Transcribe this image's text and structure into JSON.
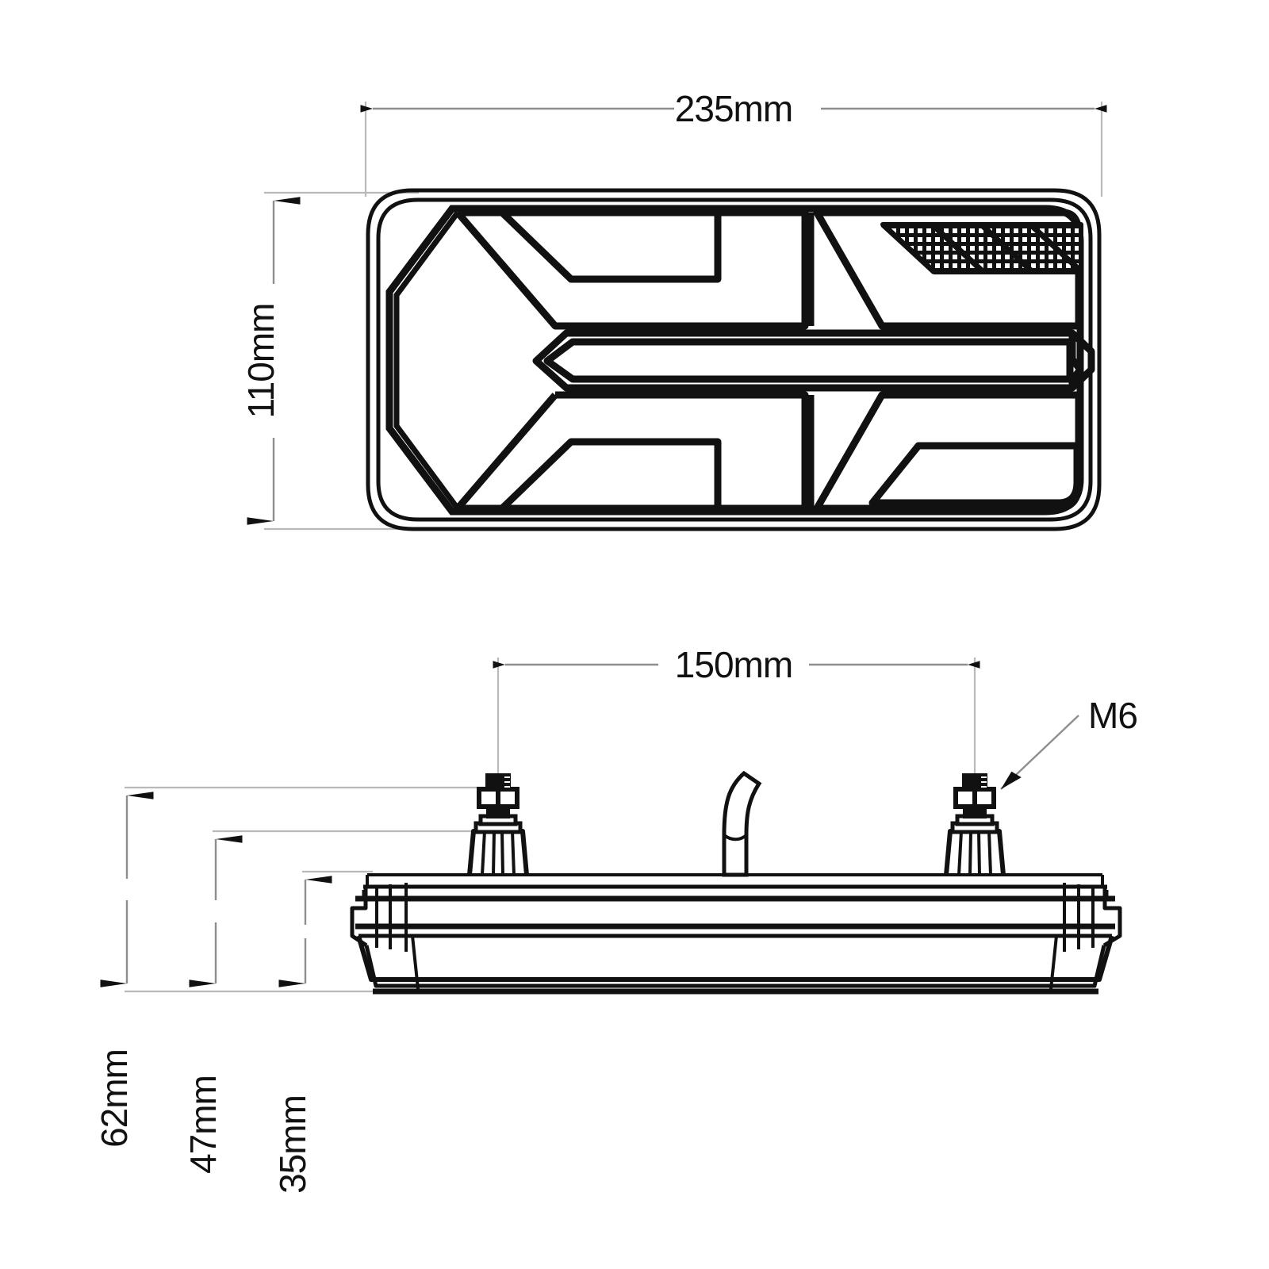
{
  "drawing": {
    "type": "technical-dimension-drawing",
    "subject": "LED rear combination trailer lamp",
    "units": "mm",
    "background_color": "#ffffff",
    "line_color": "#111111",
    "extension_line_color": "#b9b9b9"
  },
  "views": [
    {
      "id": "front-view",
      "name": "front-view",
      "description": "Front face of lamp lens showing chevron light bars and hatched reflector panel"
    },
    {
      "id": "side-view",
      "name": "side-view",
      "description": "Side profile of lamp housing with two M6 mounting studs and exit cable"
    }
  ],
  "dimensions": {
    "front_width": {
      "value": "235mm",
      "orientation": "horizontal",
      "view": "front-view"
    },
    "front_height": {
      "value": "110mm",
      "orientation": "vertical",
      "view": "front-view"
    },
    "stud_spacing": {
      "value": "150mm",
      "orientation": "horizontal",
      "view": "side-view"
    },
    "overall_height": {
      "value": "62mm",
      "orientation": "vertical",
      "view": "side-view"
    },
    "pedestal_height": {
      "value": "47mm",
      "orientation": "vertical",
      "view": "side-view"
    },
    "housing_depth": {
      "value": "35mm",
      "orientation": "vertical",
      "view": "side-view"
    }
  },
  "callouts": {
    "thread_size": {
      "value": "M6",
      "target": "mounting-stud"
    }
  }
}
